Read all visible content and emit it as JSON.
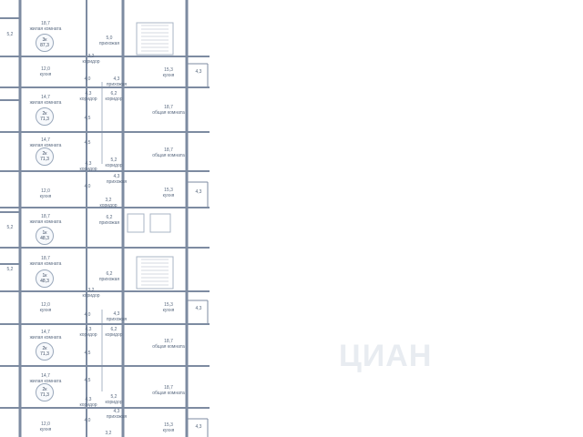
{
  "watermark": "ЦИАН",
  "colors": {
    "wall": "#7d8ba1",
    "thin_wall": "#a9b4c4",
    "text": "#5a6a80",
    "circle_text": "#3d4c62"
  },
  "apartments": [
    {
      "type": "3к",
      "area": "87,3"
    },
    {
      "type": "2к",
      "area": "71,3"
    },
    {
      "type": "2к",
      "area": "71,3"
    },
    {
      "type": "1к",
      "area": "48,3"
    },
    {
      "type": "1к",
      "area": "48,3"
    },
    {
      "type": "2к",
      "area": "71,3"
    },
    {
      "type": "2к",
      "area": "71,3"
    }
  ],
  "rooms": [
    {
      "area": "18,7",
      "name": "жилая комната"
    },
    {
      "area": "5,2",
      "name": ""
    },
    {
      "area": "5,0",
      "name": "прихожая"
    },
    {
      "area": "3,2",
      "name": "коридор"
    },
    {
      "area": "12,0",
      "name": "кухня"
    },
    {
      "area": "15,3",
      "name": "кухня"
    },
    {
      "area": "4,3",
      "name": ""
    },
    {
      "area": "4,3",
      "name": "прихожая"
    },
    {
      "area": "4,0",
      "name": ""
    },
    {
      "area": "4,3",
      "name": "коридор"
    },
    {
      "area": "6,2",
      "name": "коридор"
    },
    {
      "area": "14,7",
      "name": "жилая комната"
    },
    {
      "area": "4,5",
      "name": ""
    },
    {
      "area": "18,7",
      "name": "общая комната"
    },
    {
      "area": "4,5",
      "name": ""
    },
    {
      "area": "14,7",
      "name": "жилая комната"
    },
    {
      "area": "18,7",
      "name": "общая комната"
    },
    {
      "area": "4,3",
      "name": "коридор"
    },
    {
      "area": "5,2",
      "name": "коридор"
    },
    {
      "area": "4,3",
      "name": "прихожая"
    },
    {
      "area": "12,0",
      "name": "кухня"
    },
    {
      "area": "15,3",
      "name": "кухня"
    },
    {
      "area": "4,3",
      "name": ""
    },
    {
      "area": "4,0",
      "name": ""
    },
    {
      "area": "3,2",
      "name": "коридор"
    },
    {
      "area": "18,7",
      "name": "жилая комната"
    },
    {
      "area": "6,2",
      "name": "прихожая"
    },
    {
      "area": "5,2",
      "name": ""
    },
    {
      "area": "18,7",
      "name": "жилая комната"
    },
    {
      "area": "5,2",
      "name": ""
    },
    {
      "area": "6,2",
      "name": "прихожая"
    },
    {
      "area": "3,2",
      "name": "коридор"
    },
    {
      "area": "12,0",
      "name": "кухня"
    },
    {
      "area": "15,3",
      "name": "кухня"
    },
    {
      "area": "4,3",
      "name": ""
    },
    {
      "area": "4,0",
      "name": ""
    },
    {
      "area": "4,3",
      "name": "прихожая"
    },
    {
      "area": "4,3",
      "name": "коридор"
    },
    {
      "area": "6,2",
      "name": "коридор"
    },
    {
      "area": "14,7",
      "name": "жилая комната"
    },
    {
      "area": "4,5",
      "name": ""
    },
    {
      "area": "18,7",
      "name": "общая комната"
    },
    {
      "area": "4,5",
      "name": ""
    },
    {
      "area": "14,7",
      "name": "жилая комната"
    },
    {
      "area": "18,7",
      "name": "общая комната"
    },
    {
      "area": "4,3",
      "name": "коридор"
    },
    {
      "area": "5,2",
      "name": "коридор"
    },
    {
      "area": "4,3",
      "name": "прихожая"
    },
    {
      "area": "12,0",
      "name": "кухня"
    },
    {
      "area": "15,3",
      "name": "кухня"
    },
    {
      "area": "4,3",
      "name": ""
    },
    {
      "area": "4,0",
      "name": ""
    },
    {
      "area": "3,2",
      "name": ""
    }
  ]
}
